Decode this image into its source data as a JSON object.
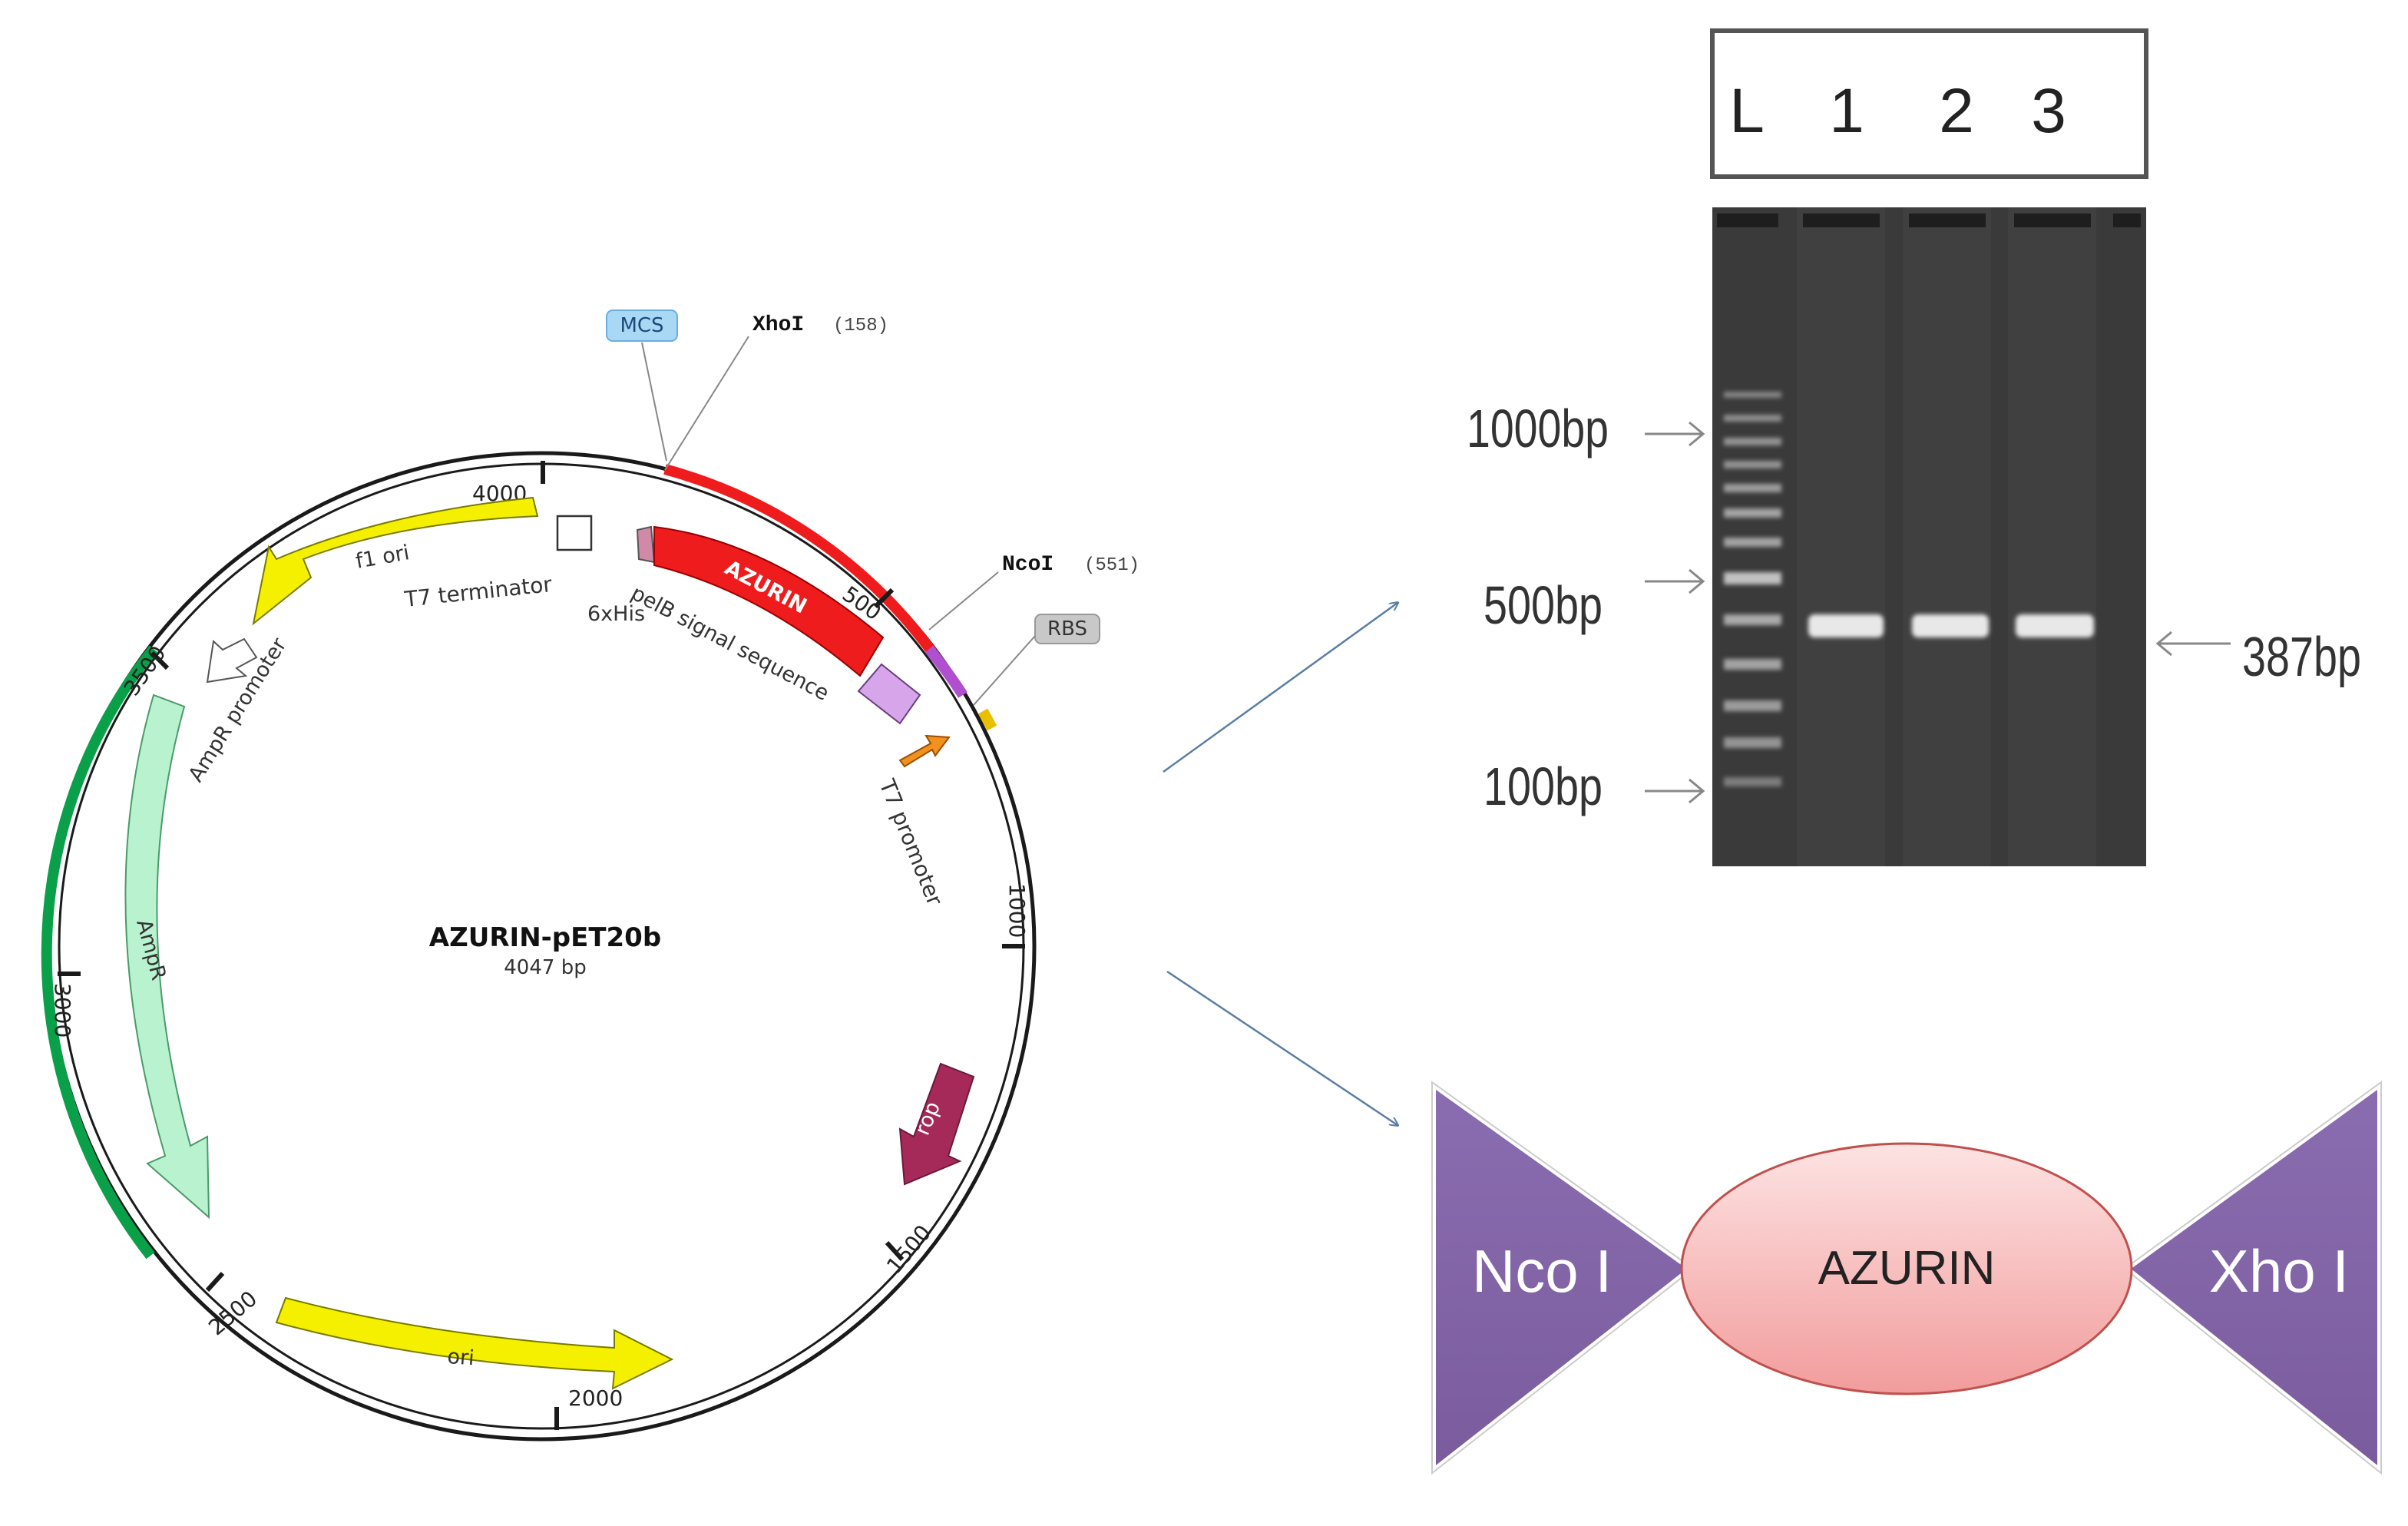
{
  "plasmid": {
    "name": "AZURIN-pET20b",
    "size": "4047 bp",
    "ticks": [
      {
        "label": "500",
        "bp": 500
      },
      {
        "label": "1000",
        "bp": 1000
      },
      {
        "label": "1500",
        "bp": 1500
      },
      {
        "label": "2000",
        "bp": 2000
      },
      {
        "label": "2500",
        "bp": 2500
      },
      {
        "label": "3000",
        "bp": 3000
      },
      {
        "label": "3500",
        "bp": 3500
      },
      {
        "label": "4000",
        "bp": 4000
      }
    ],
    "features": {
      "f1_ori": "f1 ori",
      "t7_terminator": "T7 terminator",
      "his_tag": "6xHis",
      "pelb": "pelB signal sequence",
      "azurin": "AZURIN",
      "t7_promoter": "T7 promoter",
      "ampr_promoter": "AmpR promoter",
      "ampr": "AmpR",
      "rop": "rop",
      "ori": "ori"
    },
    "sites": {
      "mcs": "MCS",
      "xhoi_name": "XhoI",
      "xhoi_pos": "(158)",
      "ncoi_name": "NcoI",
      "ncoi_pos": "(551)",
      "rbs": "RBS"
    },
    "colors": {
      "azurin": "#ee1c1c",
      "ori": "#f5f000",
      "ampr": "#b9f2cf",
      "rop": "#a52a5a",
      "pelb": "#d7a6ea",
      "green_arc": "#0aa04a",
      "mcs_badge": "#a9d8f5",
      "rbs_badge": "#c8c8c8"
    }
  },
  "gel": {
    "lanes": [
      "L",
      "1",
      "2",
      "3"
    ],
    "markers": [
      "1000bp",
      "500bp",
      "100bp"
    ],
    "band_label": "387bp",
    "band_size_bp": 387
  },
  "construct": {
    "left_site": "Nco I",
    "insert": "AZURIN",
    "right_site": "Xho I",
    "triangle_color": "#8064a2",
    "ellipse_fill": "#f9c4c4"
  }
}
